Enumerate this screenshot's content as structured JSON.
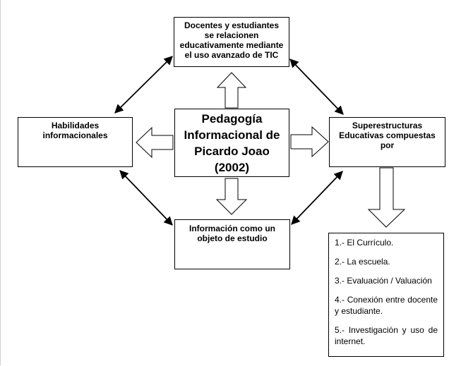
{
  "center": {
    "lines": [
      "Pedagogía",
      "Informacional de",
      "Picardo Joao",
      "(2002)"
    ]
  },
  "top": {
    "lines": [
      "Docentes y estudiantes",
      "se relacionen",
      "educativamente mediante",
      "el uso avanzado de TIC"
    ]
  },
  "left": {
    "lines": [
      "Habilidades",
      "informacionales"
    ]
  },
  "right": {
    "lines": [
      "Superestructuras",
      "Educativas compuestas",
      "por"
    ]
  },
  "bottom": {
    "lines": [
      "Información como un",
      "objeto de estudio"
    ]
  },
  "components": {
    "items": [
      "1.- El Currículo.",
      "2.- La escuela.",
      "3.- Evaluación / Valuación",
      "4.- Conexión entre docente y estudiante.",
      "5.- Investigación y uso de internet."
    ]
  }
}
